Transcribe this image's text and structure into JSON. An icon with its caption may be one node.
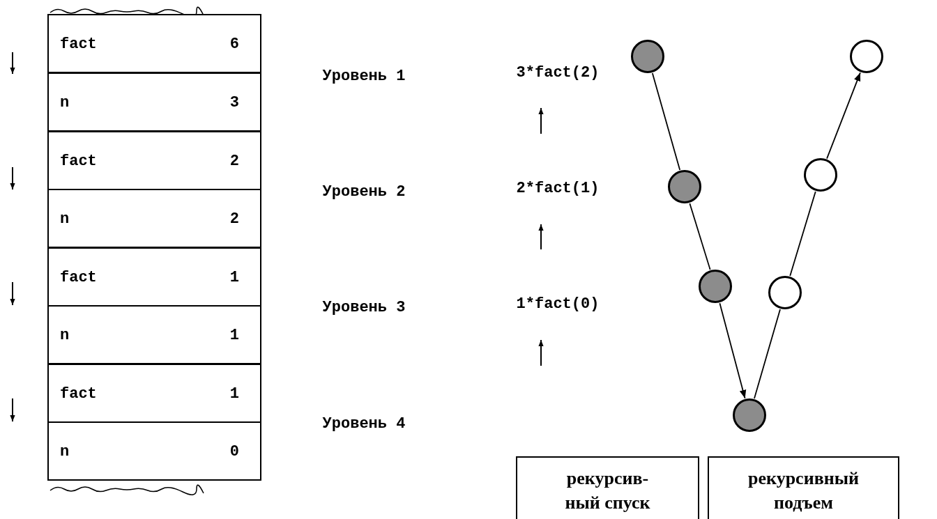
{
  "diagram": {
    "nodes": [
      {
        "text": [
          "fact",
          "6"
        ]
      },
      {
        "text": [
          "n",
          "3"
        ]
      },
      {
        "text": [
          "fact",
          "2"
        ]
      },
      {
        "text": [
          "n",
          "2"
        ]
      },
      {
        "text": [
          "fact",
          "1"
        ]
      },
      {
        "text": [
          "n",
          "1"
        ]
      },
      {
        "text": [
          "fact",
          "1"
        ]
      },
      {
        "text": [
          "n",
          "0"
        ]
      },
      {
        "text": [],
        "shape": "circle"
      },
      {
        "text": [],
        "shape": "circle"
      },
      {
        "text": [],
        "shape": "circle"
      },
      {
        "text": [],
        "shape": "circle"
      },
      {
        "text": [],
        "shape": "circle"
      },
      {
        "text": [],
        "shape": "circle"
      },
      {
        "text": [],
        "shape": "circle"
      },
      {
        "text": [
          "рекурсив- ный спуск"
        ]
      },
      {
        "text": [
          "рекурсивный подъем"
        ]
      }
    ],
    "edges": [
      {
        "from": 8,
        "to": 9,
        "arrow": "none"
      },
      {
        "from": 9,
        "to": 10,
        "arrow": "none"
      },
      {
        "from": 10,
        "to": 11,
        "arrow": "to"
      },
      {
        "from": 11,
        "to": 12,
        "arrow": "none"
      },
      {
        "from": 12,
        "to": 13,
        "arrow": "none"
      },
      {
        "from": 13,
        "to": 14,
        "arrow": "to"
      }
    ],
    "labels": [
      "Уровень 1",
      "3*fact(2)",
      "Уровень 2",
      "2*fact(1)",
      "Уровень 3",
      "1*fact(0)",
      "Уровень 4"
    ]
  }
}
